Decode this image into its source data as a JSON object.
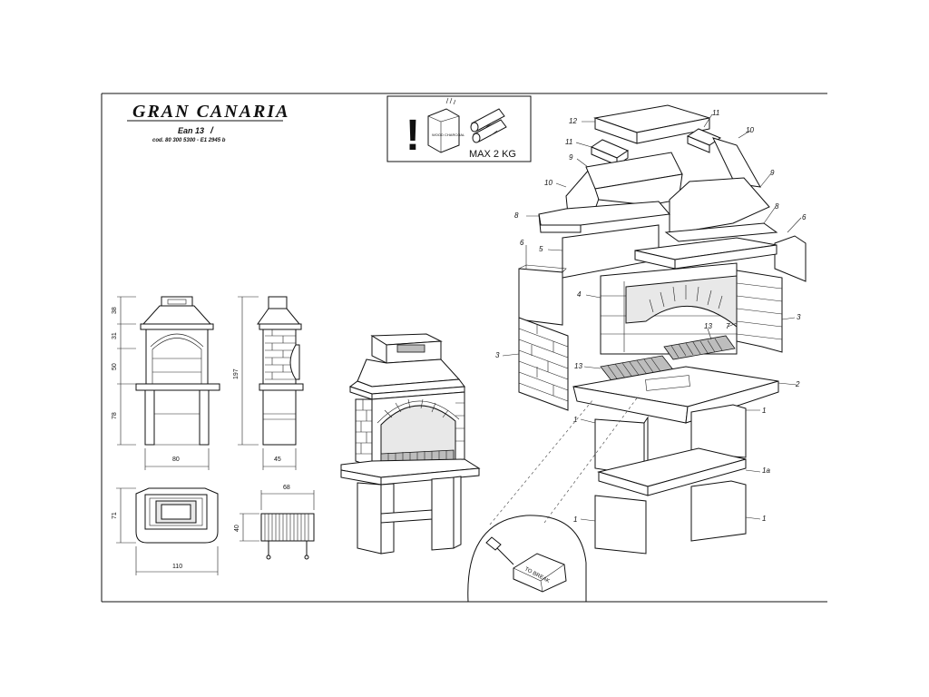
{
  "title": "GRAN  CANARIA",
  "ean": "Ean 13",
  "ean_slash": "/",
  "code": "cod. 80 300 5300  -  E1 2945 b",
  "warning": {
    "symbol": "!",
    "bag_label": "WOOD CHARCOAL",
    "max_weight": "MAX 2 KG"
  },
  "dimensions": {
    "front_heights": [
      "38",
      "31",
      "50",
      "78"
    ],
    "total_height": "197",
    "front_width": "80",
    "side_depth": "45",
    "plan_depth": "71",
    "plan_width": "110",
    "grill_width": "68",
    "grill_height": "40"
  },
  "part_numbers": [
    "12",
    "11",
    "10",
    "11",
    "9",
    "10",
    "9",
    "8",
    "8",
    "6",
    "5",
    "6",
    "4",
    "3",
    "7",
    "13",
    "3",
    "13",
    "2",
    "1",
    "1",
    "1a",
    "1",
    "1"
  ],
  "break_label": "TO BREAK"
}
